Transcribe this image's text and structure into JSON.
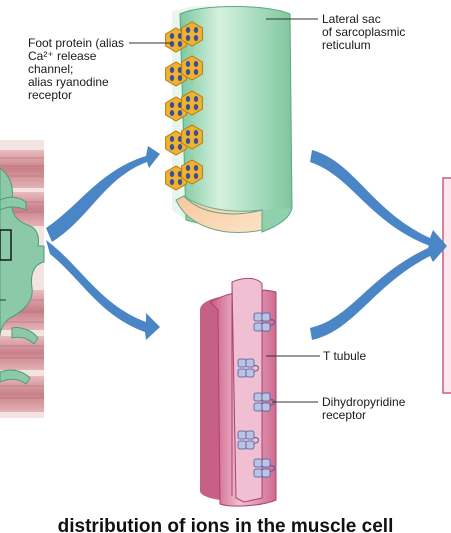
{
  "labels": {
    "foot_protein": "Foot protein (alias\nCa²⁺ release channel;\nalias ryanodine\nreceptor",
    "lateral_sac": "Lateral sac\nof sarcoplasmic\nreticulum",
    "t_tubule": "T tubule",
    "dhp_receptor": "Dihydropyridine\nreceptor"
  },
  "caption": "distribution of  ions in the muscle cell",
  "colors": {
    "arrow": "#4a86c5",
    "sarcoplasmic_reticulum": "#a9dcc0",
    "t_tubule": "#d88aa8",
    "foot_protein": "#f0b330",
    "dhp_receptor": "#b9c3e4",
    "muscle_fiber": "#cd8f93",
    "tubule_network": "#8cc9a8"
  }
}
